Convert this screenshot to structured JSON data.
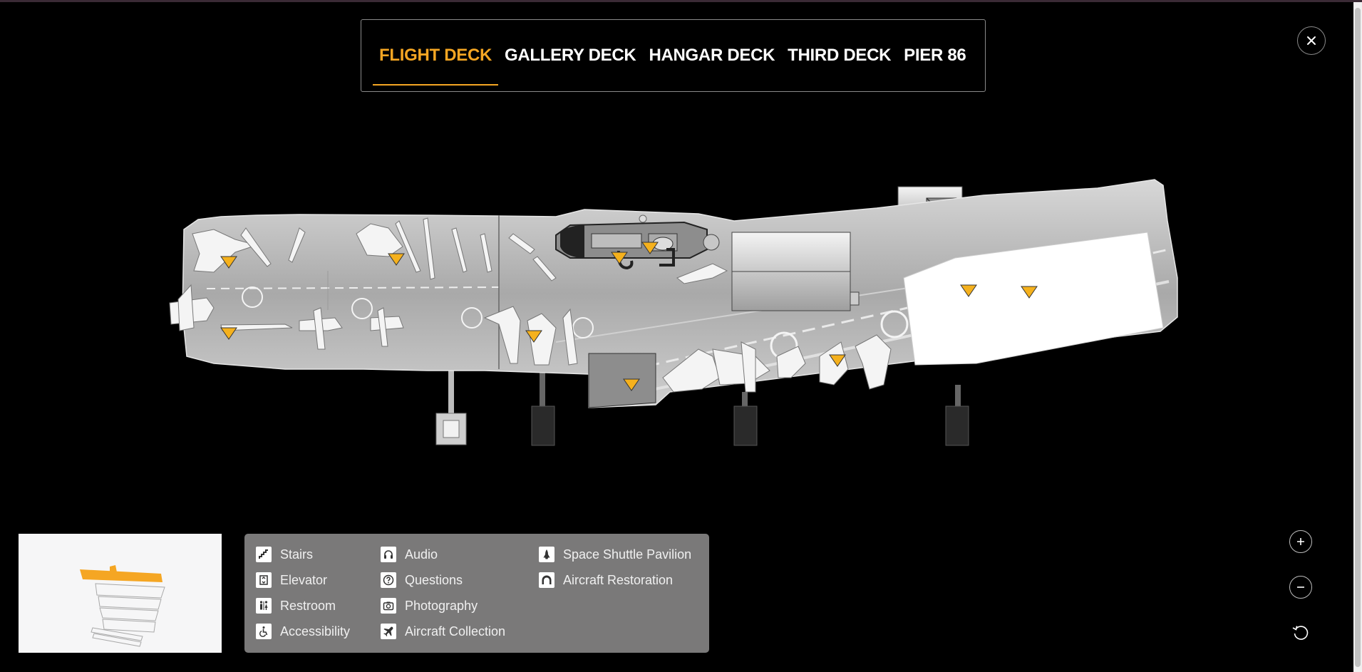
{
  "tabs": [
    {
      "label": "FLIGHT DECK",
      "active": true
    },
    {
      "label": "GALLERY DECK",
      "active": false
    },
    {
      "label": "HANGAR DECK",
      "active": false
    },
    {
      "label": "THIRD DECK",
      "active": false
    },
    {
      "label": "PIER 86",
      "active": false
    }
  ],
  "close_icon": "close-icon",
  "legend": {
    "col1": [
      {
        "label": "Stairs",
        "icon": "stairs-icon"
      },
      {
        "label": "Elevator",
        "icon": "elevator-icon"
      },
      {
        "label": "Restroom",
        "icon": "restroom-icon"
      },
      {
        "label": "Accessibility",
        "icon": "accessibility-icon"
      }
    ],
    "col2": [
      {
        "label": "Audio",
        "icon": "audio-icon"
      },
      {
        "label": "Questions",
        "icon": "questions-icon"
      },
      {
        "label": "Photography",
        "icon": "photography-icon"
      },
      {
        "label": "Aircraft Collection",
        "icon": "aircraft-collection-icon"
      }
    ],
    "col3": [
      {
        "label": "Space Shuttle Pavilion",
        "icon": "space-shuttle-icon"
      },
      {
        "label": "Aircraft Restoration",
        "icon": "aircraft-restoration-icon"
      }
    ]
  },
  "controls": {
    "zoom_in_icon": "plus-icon",
    "zoom_out_icon": "minus-icon",
    "reset_icon": "reset-icon"
  },
  "colors": {
    "accent": "#f5a623",
    "background": "#000000",
    "legend_bg": "#7a7979",
    "deck_gray": "#b5b5b5"
  }
}
